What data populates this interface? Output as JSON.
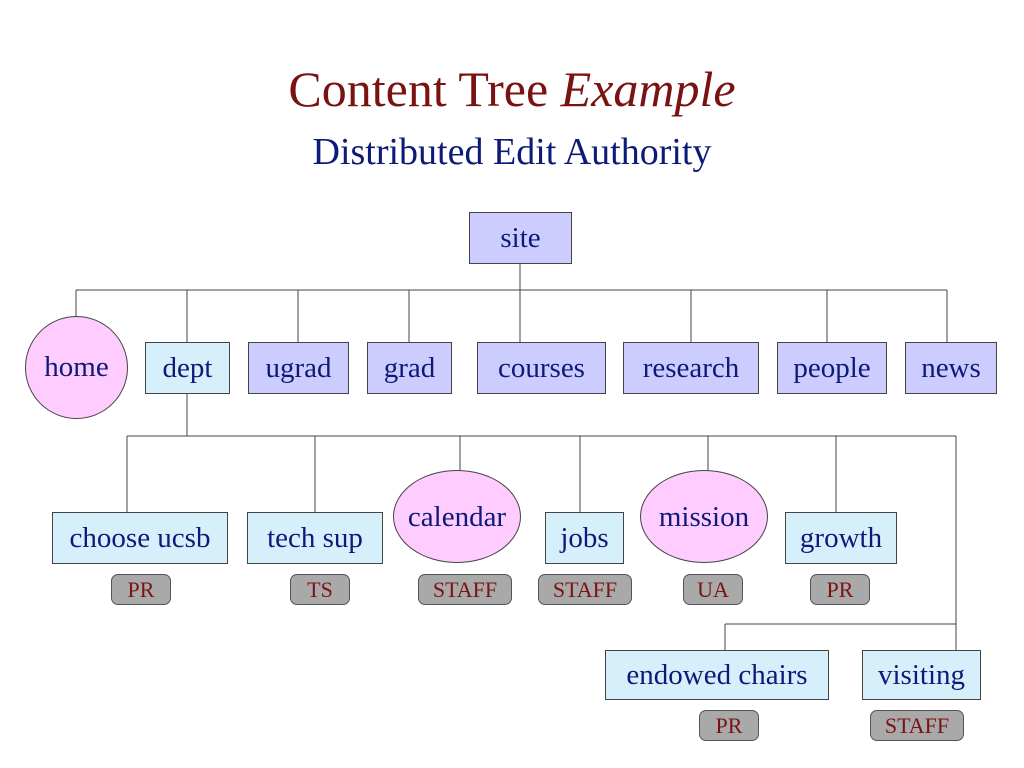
{
  "header": {
    "title": "Content Tree",
    "title_emphasis": "Example",
    "subtitle": "Distributed Edit Authority"
  },
  "tree": {
    "root": "site",
    "level1": [
      "home",
      "dept",
      "ugrad",
      "grad",
      "courses",
      "research",
      "people",
      "news"
    ],
    "dept_children": [
      "choose ucsb",
      "tech sup",
      "calendar",
      "jobs",
      "mission",
      "growth",
      "endowed chairs",
      "visiting"
    ]
  },
  "authority": {
    "choose_ucsb": "PR",
    "tech_sup": "TS",
    "calendar": "STAFF",
    "jobs": "STAFF",
    "mission": "UA",
    "growth": "PR",
    "endowed_chairs": "PR",
    "visiting": "STAFF"
  },
  "colors": {
    "title": "#7a1212",
    "subtitle": "#0e1a78",
    "node_text": "#0e1a78",
    "box_blue": "#ccccff",
    "box_light": "#d6f0fb",
    "ellipse": "#ffccff",
    "badge_fill": "#a9a9a9",
    "badge_text": "#7a1212"
  }
}
